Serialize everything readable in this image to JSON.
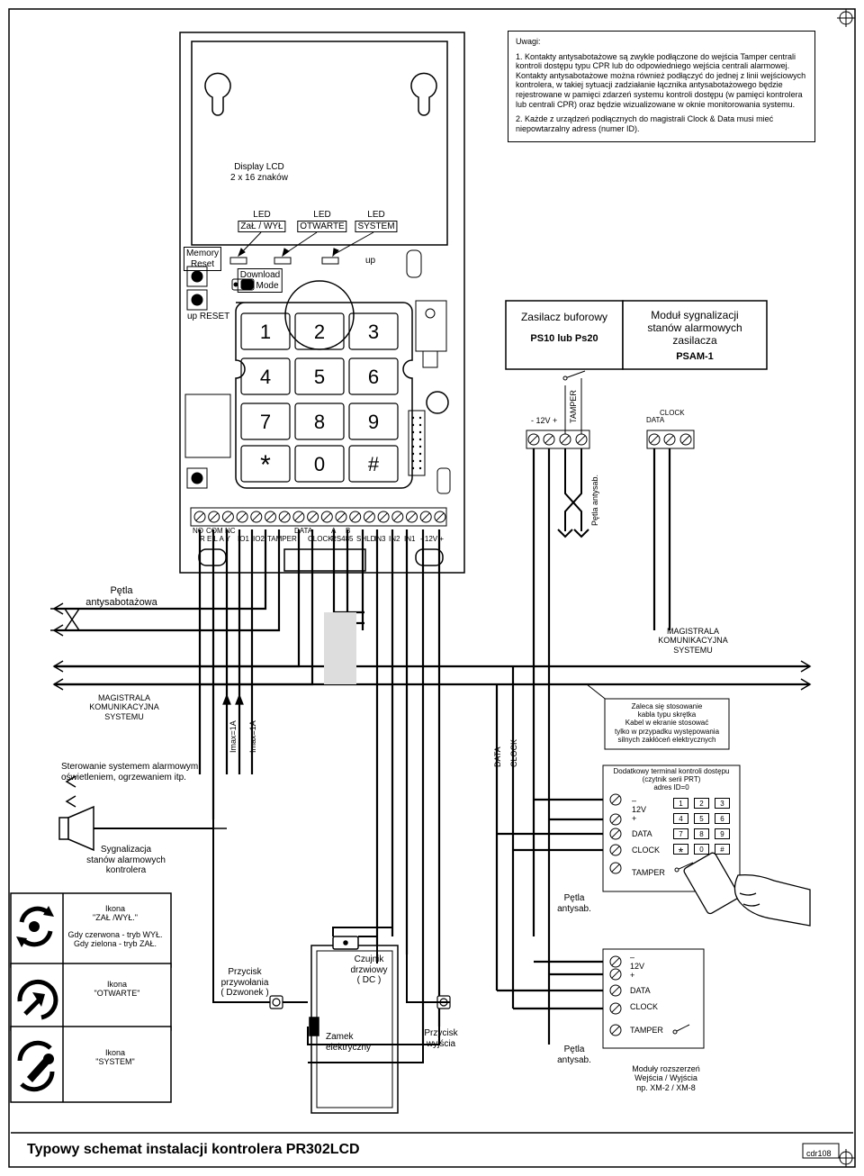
{
  "notes": {
    "heading": "Uwagi:",
    "p1": "1. Kontakty antysabotażowe są zwykle podłączone do wejścia Tamper centrali kontroli dostępu typu CPR lub do odpowiedniego wejścia centrali alarmowej. Kontakty antysabotażowe można również podłączyć do jednej z linii wejściowych kontrolera, w takiej sytuacji zadziałanie łącznika antysabotażowego będzie rejestrowane w pamięci zdarzeń systemu kontroli dostępu (w pamięci kontrolera lub centrali CPR) oraz będzie wizualizowane w oknie monitorowania systemu.",
    "p2": "2. Każde z urządzeń podłącznych do magistrali Clock & Data musi mieć niepowtarzalny adress (numer ID)."
  },
  "controller": {
    "display_l1": "Display LCD",
    "display_l2": "2 x 16 znaków",
    "led1_l1": "LED",
    "led1_l2": "ZaŁ / WYŁ",
    "led2_l1": "LED",
    "led2_l2": "OTWARTE",
    "led3_l1": "LED",
    "led3_l2": "SYSTEM",
    "memory_l1": "Memory",
    "memory_l2": "Reset",
    "download_l1": "Download",
    "download_l2": "Mode",
    "up_top": "up",
    "up_reset": "up RESET",
    "keys": [
      "1",
      "2",
      "3",
      "4",
      "5",
      "6",
      "7",
      "8",
      "9",
      "*",
      "0",
      "#"
    ],
    "term_top": [
      "NO",
      "COM",
      "NC",
      "DATA",
      "A",
      "B"
    ],
    "term_bottom": [
      "R E L A Y",
      "IO1",
      "IO2",
      "TAMPER",
      "CLOCK",
      "RS485",
      "SHLD",
      "IN3",
      "IN2",
      "IN1",
      "- 12V +"
    ]
  },
  "psu": {
    "title": "Zasilacz buforowy",
    "model": "PS10 lub Ps20",
    "volt": "- 12V +",
    "tamper": "TAMPER"
  },
  "psam": {
    "l1": "Moduł sygnalizacji",
    "l2": "stanów alarmowych",
    "l3": "zasilacza",
    "model": "PSAM-1",
    "clock": "CLOCK",
    "data": "DATA"
  },
  "labels": {
    "petla_antysab_v": "Pętla antysab.",
    "petla_aw1": "Pętla",
    "petla_aw2": "antysabotażowa",
    "mag_r1": "MAGISTRALA",
    "mag_r2": "KOMUNIKACYJNA",
    "mag_r3": "SYSTEMU",
    "mag_l1": "MAGISTRALA",
    "mag_l2": "KOMUNIKACYJNA",
    "mag_l3": "SYSTEMU",
    "imax1": "Imax=1A",
    "imax2": "Imax=1A",
    "ster1": "Sterowanie systemem alarmowym,",
    "ster2": "oświetleniem, ogrzewaniem itp.",
    "syg1": "Sygnalizacja",
    "syg2": "stanów alarmowych",
    "syg3": "kontrolera",
    "data_v": "DATA",
    "clock_v": "CLOCK",
    "cable1": "Zaleca się stosowanie",
    "cable2": "kabla typu skrętka",
    "cable3": "Kabel w ekranie stosować",
    "cable4": "tylko w przypadku występowania",
    "cable5": "silnych zakłóceń elektrycznych",
    "term1": "Dodatkowy terminal kontroli dostępu",
    "term2": "(czytnik serii PRT)",
    "term3": "adres ID=0",
    "t_minus": "–",
    "t_12v": "12V",
    "t_plus": "+",
    "t_data": "DATA",
    "t_clock": "CLOCK",
    "t_tamper": "TAMPER",
    "mini_keys": [
      "1",
      "2",
      "3",
      "4",
      "5",
      "6",
      "7",
      "8",
      "9",
      "*",
      "0",
      "#"
    ],
    "petla2_1": "Pętla",
    "petla2_2": "antysab.",
    "icon1_l1": "Ikona",
    "icon1_l2": "\"ZAŁ /WYŁ.\"",
    "icon1_l3": "Gdy czerwona - tryb WYŁ.",
    "icon1_l4": "Gdy zielona - tryb ZAŁ.",
    "icon2_l1": "Ikona",
    "icon2_l2": "\"OTWARTE\"",
    "icon3_l1": "Ikona",
    "icon3_l2": "\"SYSTEM\"",
    "btn1": "Przycisk",
    "btn2": "przywołania",
    "btn3": "( Dzwonek )",
    "dc1": "Czujnik",
    "dc2": "drzwiowy",
    "dc3": "( DC )",
    "lock1": "Zamek",
    "lock2": "elektryczny",
    "exit1": "Przycisk",
    "exit2": "wyjścia",
    "xm_minus": "–",
    "xm_12v": "12V",
    "xm_plus": "+",
    "xm_data": "DATA",
    "xm_clock": "CLOCK",
    "xm_tamper": "TAMPER",
    "petla3_1": "Pętla",
    "petla3_2": "antysab.",
    "xm1": "Moduły rozszerzeń",
    "xm2": "Wejścia / Wyjścia",
    "xm3": "np. XM-2 / XM-8"
  },
  "footer": {
    "title": "Typowy schemat instalacji kontrolera PR302LCD",
    "code": "cdr108"
  }
}
